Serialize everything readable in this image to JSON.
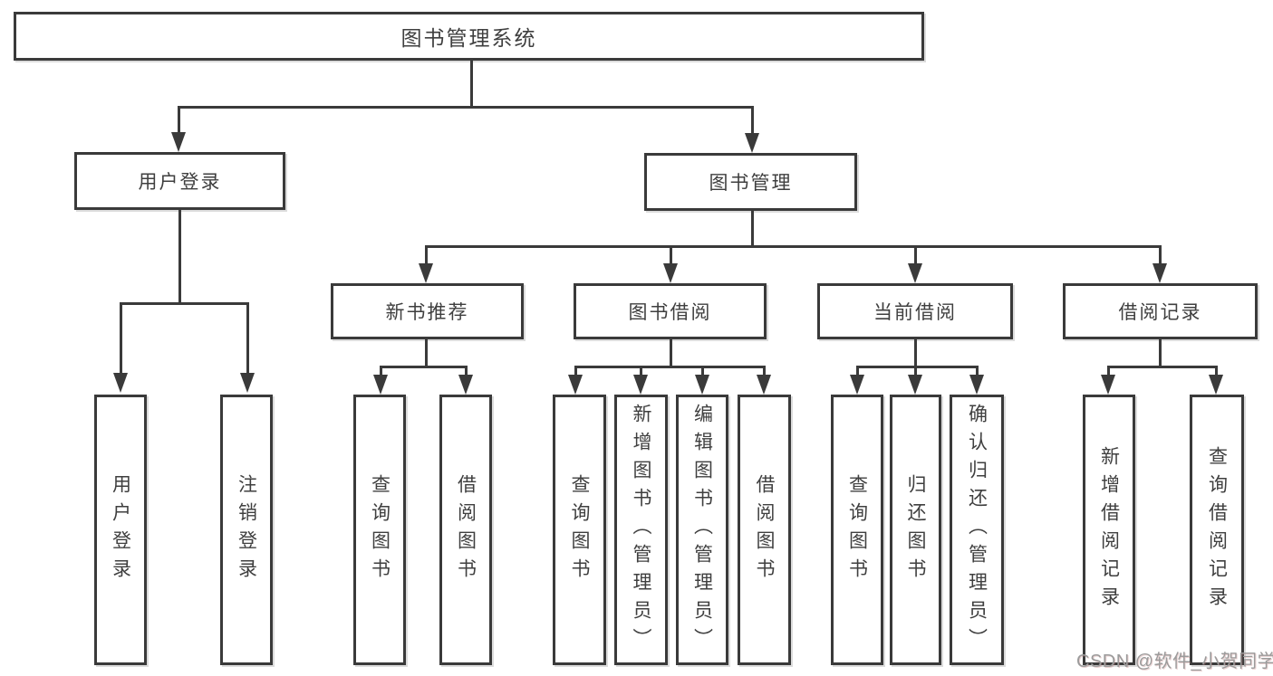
{
  "diagram": {
    "root": {
      "label": "图书管理系统"
    },
    "level2": [
      {
        "id": "user-login",
        "label": "用户登录"
      },
      {
        "id": "book-management",
        "label": "图书管理"
      }
    ],
    "level3": [
      {
        "id": "new-book-recommend",
        "label": "新书推荐",
        "parent": "图书管理"
      },
      {
        "id": "book-borrow",
        "label": "图书借阅",
        "parent": "图书管理"
      },
      {
        "id": "current-borrow",
        "label": "当前借阅",
        "parent": "图书管理"
      },
      {
        "id": "borrow-record",
        "label": "借阅记录",
        "parent": "图书管理"
      }
    ],
    "leaves": [
      {
        "label": "用户登录",
        "parent": "用户登录"
      },
      {
        "label": "注销登录",
        "parent": "用户登录"
      },
      {
        "label": "查询图书",
        "parent": "新书推荐"
      },
      {
        "label": "借阅图书",
        "parent": "新书推荐"
      },
      {
        "label": "查询图书",
        "parent": "图书借阅"
      },
      {
        "label": "新增图书（管理员）",
        "parent": "图书借阅"
      },
      {
        "label": "编辑图书（管理员）",
        "parent": "图书借阅"
      },
      {
        "label": "借阅图书",
        "parent": "图书借阅"
      },
      {
        "label": "查询图书",
        "parent": "当前借阅"
      },
      {
        "label": "归还图书",
        "parent": "当前借阅"
      },
      {
        "label": "确认归还（管理员）",
        "parent": "当前借阅"
      },
      {
        "label": "新增借阅记录",
        "parent": "借阅记录"
      },
      {
        "label": "查询借阅记录",
        "parent": "借阅记录"
      }
    ],
    "watermark": "CSDN @软件_小贺同学",
    "colors": {
      "line": "#3a3a3a",
      "text": "#3f3f3f",
      "background": "#ffffff",
      "watermark": "#9b9b9b"
    }
  }
}
